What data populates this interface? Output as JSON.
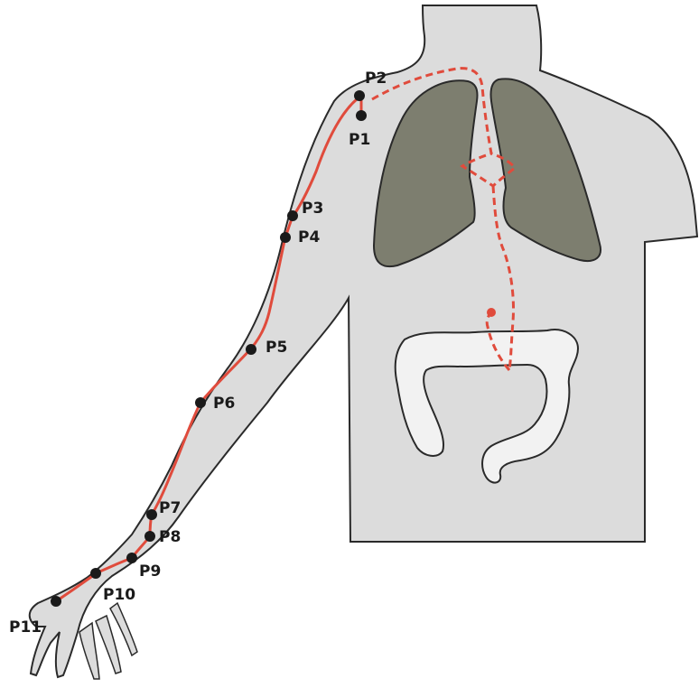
{
  "points": [
    {
      "id": "p1",
      "label": "P1"
    },
    {
      "id": "p2",
      "label": "P2"
    },
    {
      "id": "p3",
      "label": "P3"
    },
    {
      "id": "p4",
      "label": "P4"
    },
    {
      "id": "p5",
      "label": "P5"
    },
    {
      "id": "p6",
      "label": "P6"
    },
    {
      "id": "p7",
      "label": "P7"
    },
    {
      "id": "p8",
      "label": "P8"
    },
    {
      "id": "p9",
      "label": "P9"
    },
    {
      "id": "p10",
      "label": "P10"
    },
    {
      "id": "p11",
      "label": "P11"
    }
  ],
  "colors": {
    "body": "#dcdcdc",
    "outline": "#2a2a2a",
    "lung": "#7d7e6f",
    "intestine": "#f2f2f2",
    "meridian": "#e04b3c",
    "point": "#1a1a1a"
  }
}
